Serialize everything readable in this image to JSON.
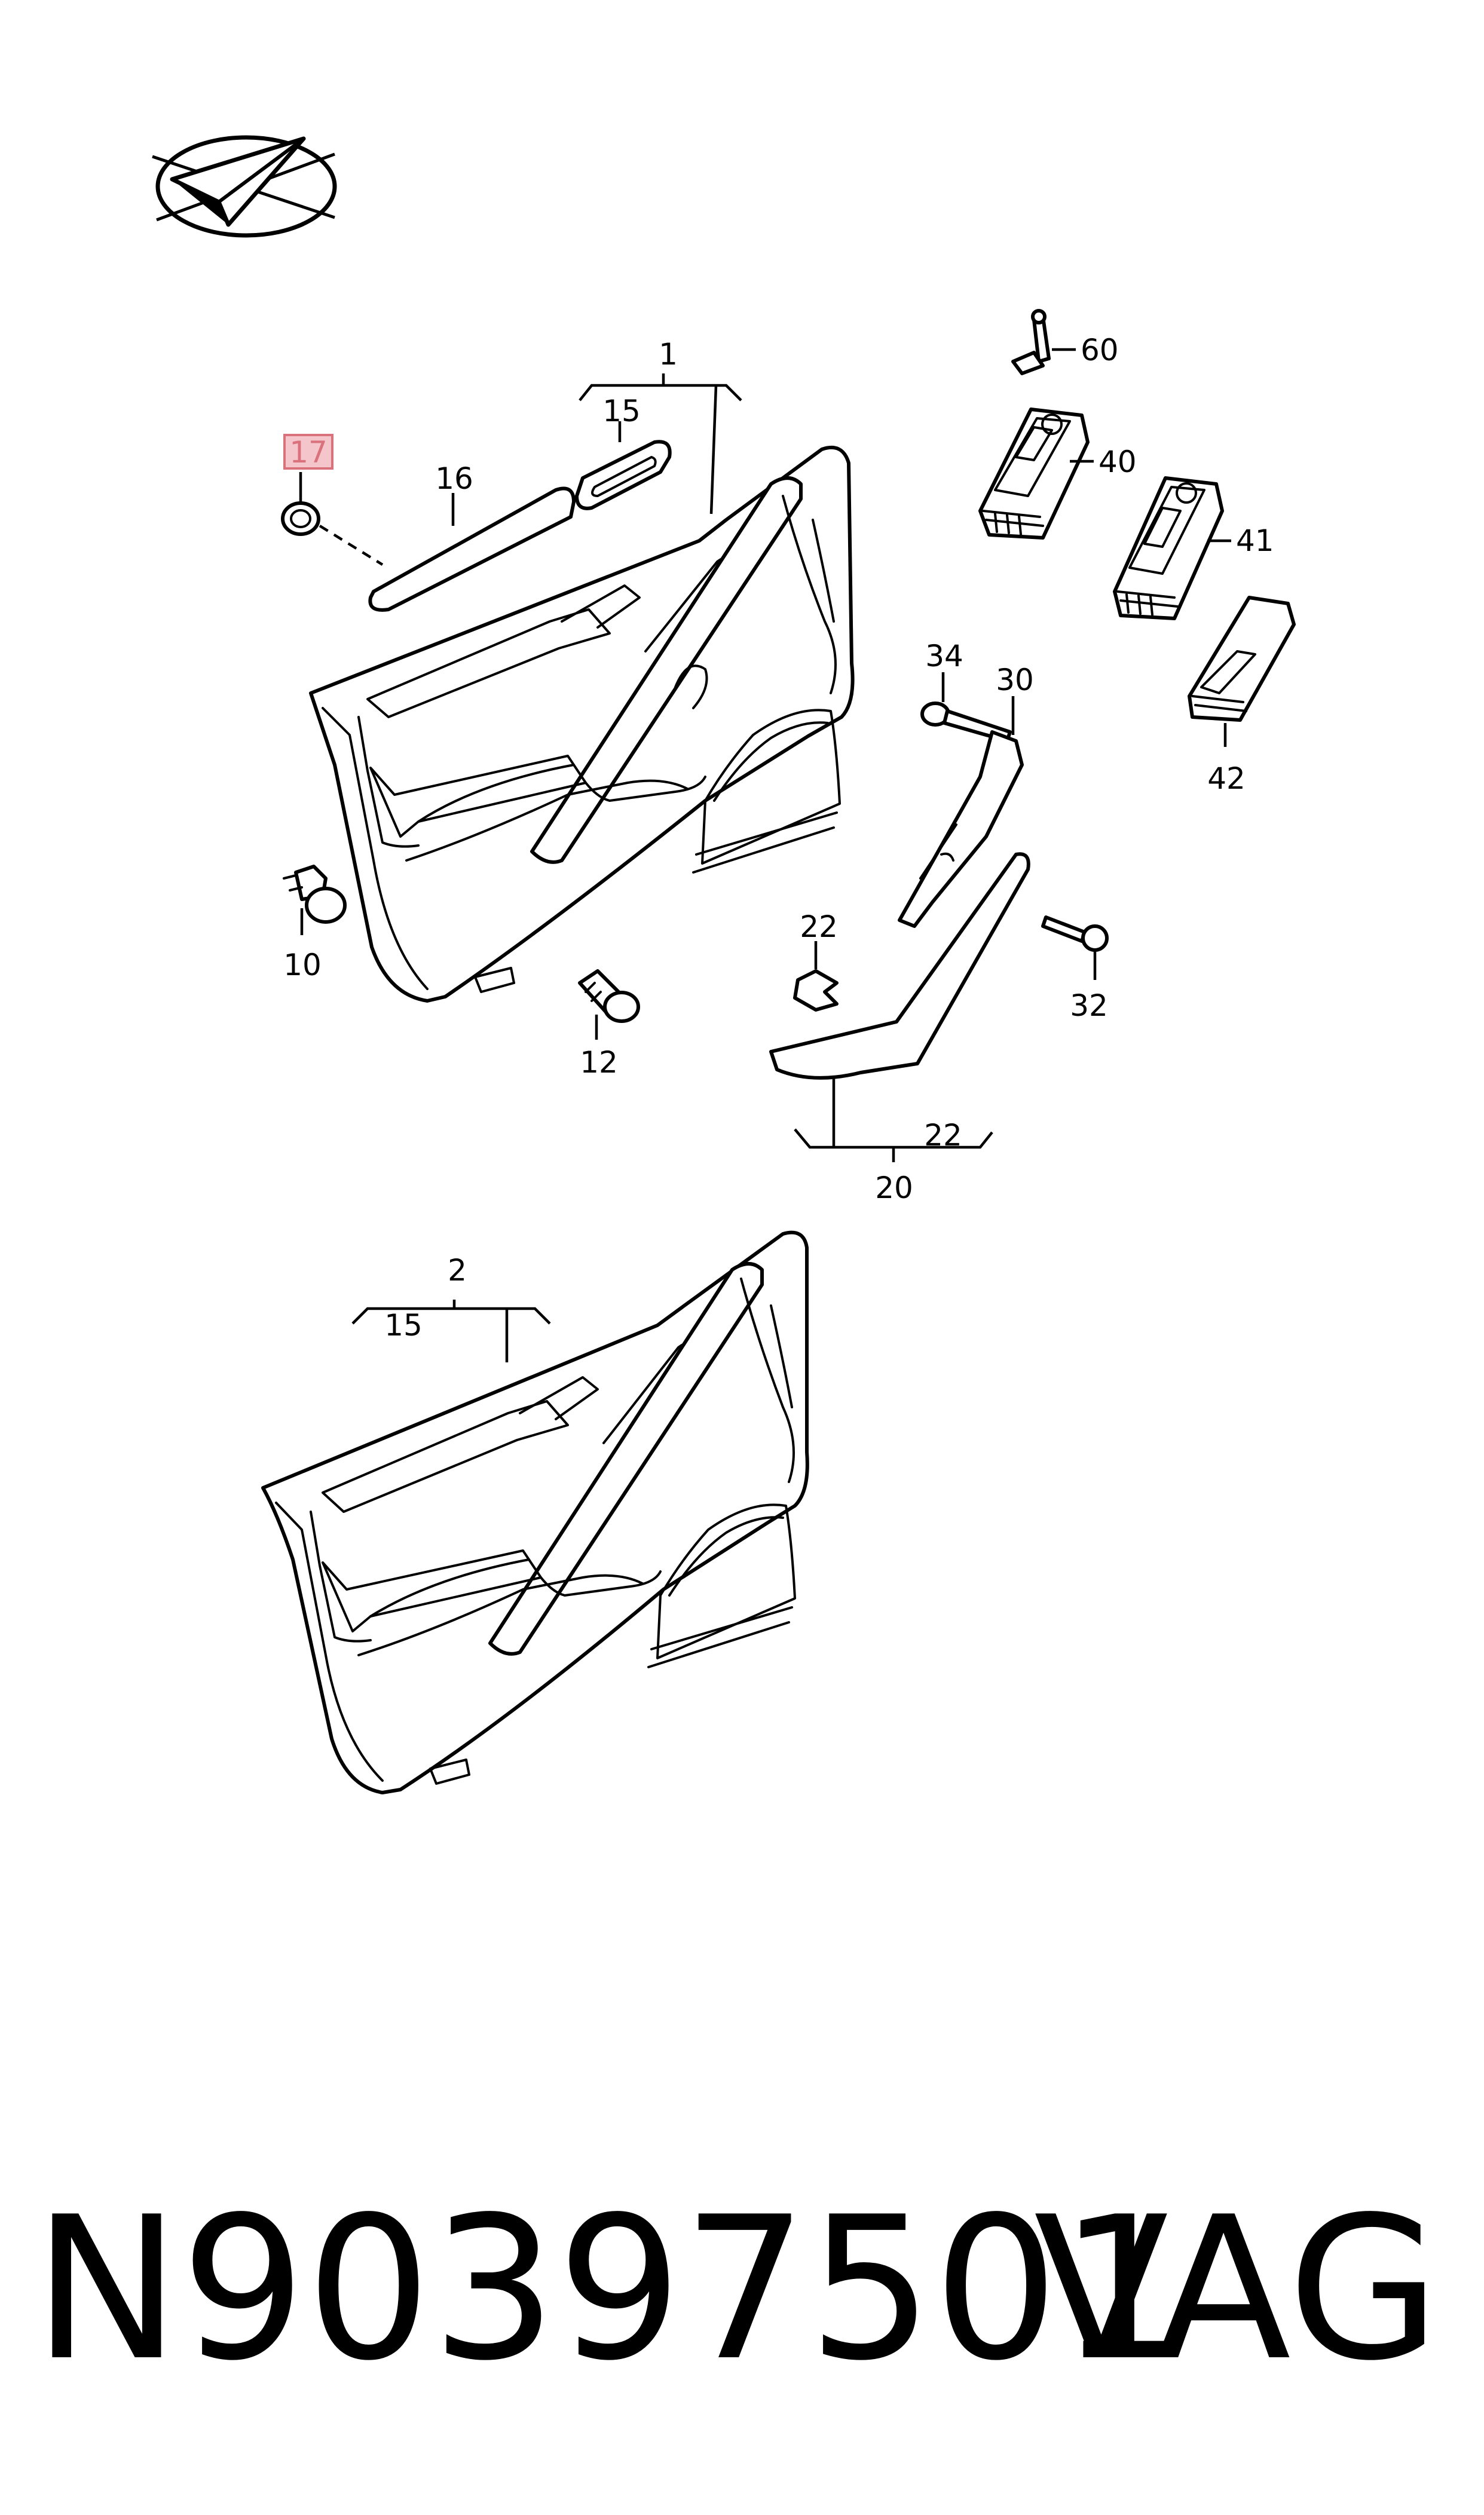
{
  "colors": {
    "line": "#000000",
    "background": "#ffffff",
    "highlight_fill": "#f4c6cc",
    "highlight_stroke": "#d9727d"
  },
  "logo": {
    "icon": "paper-plane-logo-icon"
  },
  "callouts": {
    "c1": "1",
    "c15a": "15",
    "c16": "16",
    "c17": "17",
    "c60": "60",
    "c40": "40",
    "c41": "41",
    "c34": "34",
    "c30": "30",
    "c42": "42",
    "c10": "10",
    "c22a": "22",
    "c32": "32",
    "c12": "12",
    "c22b": "22",
    "c20": "20",
    "c2": "2",
    "c15b": "15"
  },
  "highlighted_callout": "17",
  "footer": {
    "part_number": "N90397501",
    "brand": "VAG"
  }
}
